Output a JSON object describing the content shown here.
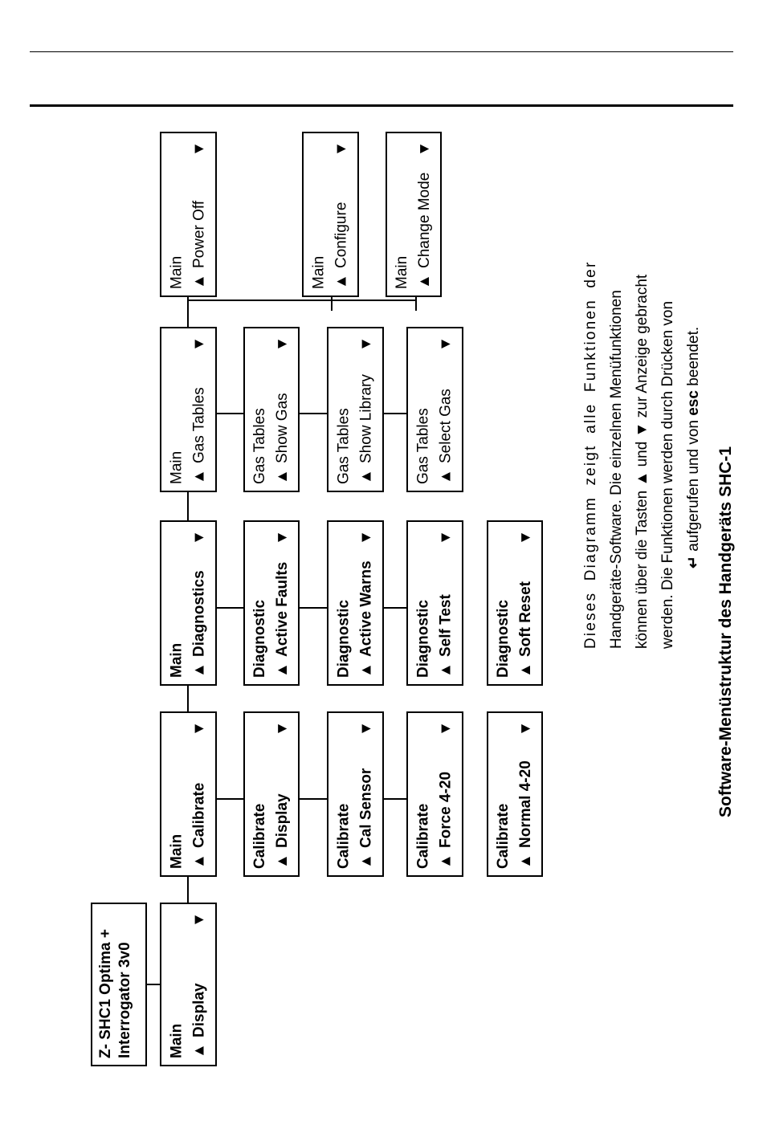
{
  "arrows": {
    "up": "▲",
    "down": "▼",
    "enter": "↵"
  },
  "boot_box": {
    "line1": "Z- SHC1 Optima +",
    "line2": "Interrogator  3v0"
  },
  "menu": [
    {
      "id": "main-display",
      "line1": "Main",
      "line2": "Display",
      "down": true,
      "bold": true
    },
    {
      "id": "main-calibrate",
      "line1": "Main",
      "line2": "Calibrate",
      "down": true,
      "bold": true
    },
    {
      "id": "calibrate-display",
      "line1": "Calibrate",
      "line2": "Display",
      "down": true,
      "bold": true
    },
    {
      "id": "calibrate-cal-sensor",
      "line1": "Calibrate",
      "line2": "Cal Sensor",
      "down": true,
      "bold": true
    },
    {
      "id": "calibrate-force-4-20",
      "line1": "Calibrate",
      "line2": "Force 4-20",
      "down": true,
      "bold": true
    },
    {
      "id": "calibrate-normal-4-20",
      "line1": "Calibrate",
      "line2": "Normal 4-20",
      "down": true,
      "bold": true
    },
    {
      "id": "main-diagnostics",
      "line1": "Main",
      "line2": "Diagnostics",
      "down": true,
      "bold": true
    },
    {
      "id": "diagnostic-active-faults",
      "line1": "Diagnostic",
      "line2": "Active Faults",
      "down": true,
      "bold": true
    },
    {
      "id": "diagnostic-active-warns",
      "line1": "Diagnostic",
      "line2": "Active Warns",
      "down": true,
      "bold": true
    },
    {
      "id": "diagnostic-self-test",
      "line1": "Diagnostic",
      "line2": "Self Test",
      "down": true,
      "bold": true
    },
    {
      "id": "diagnostic-soft-reset",
      "line1": "Diagnostic",
      "line2": "Soft Reset",
      "down": true,
      "bold": true
    },
    {
      "id": "main-gas-tables",
      "line1": "Main",
      "line2": "Gas Tables",
      "down": true,
      "bold": false
    },
    {
      "id": "gas-tables-show-gas",
      "line1": "Gas Tables",
      "line2": "Show Gas",
      "down": true,
      "bold": false
    },
    {
      "id": "gas-tables-show-library",
      "line1": "Gas Tables",
      "line2": "Show Library",
      "down": true,
      "bold": false
    },
    {
      "id": "gas-tables-select-gas",
      "line1": "Gas Tables",
      "line2": "Select Gas",
      "down": true,
      "bold": false
    },
    {
      "id": "main-power-off",
      "line1": "Main",
      "line2": "Power Off",
      "down": true,
      "bold": false
    },
    {
      "id": "main-configure",
      "line1": "Main",
      "line2": "Configure",
      "down": true,
      "bold": false
    },
    {
      "id": "main-change-mode",
      "line1": "Main",
      "line2": "Change Mode",
      "down": true,
      "bold": false
    }
  ],
  "description": {
    "line1": "Dieses Diagramm zeigt alle Funktionen der",
    "line2": "Handgeräte-Software. Die einzelnen Menüfunktionen",
    "line3_a": "können über die Tasten",
    "line3_b": "und",
    "line3_c": "zur Anzeige gebracht",
    "line4": "werden. Die Funktionen werden durch Drücken von",
    "line5_a": "aufgerufen und von",
    "line5_key": "esc",
    "line5_b": "beendet."
  },
  "caption": "Software-Menüstruktur des Handgeräts SHC-1"
}
